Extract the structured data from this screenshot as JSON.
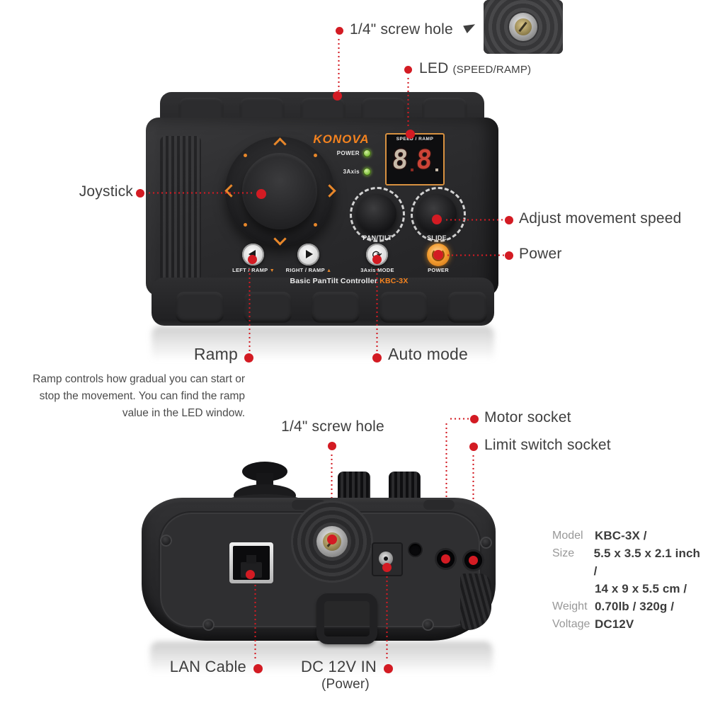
{
  "colors": {
    "callout_red": "#d31b23",
    "accent_orange": "#f5831f",
    "led_green": "#7fbf3a",
    "label_text": "#3f3f3f"
  },
  "callouts": {
    "screw_front": "1/4\" screw hole",
    "led": "LED",
    "led_sub": "(SPEED/RAMP)",
    "joystick": "Joystick",
    "adjust": "Adjust movement speed",
    "power": "Power",
    "ramp": "Ramp",
    "auto_mode": "Auto mode",
    "screw_back": "1/4\" screw hole",
    "motor": "Motor socket",
    "limit": "Limit switch socket",
    "lan": "LAN Cable",
    "dc": "DC 12V IN",
    "dc_sub": "(Power)"
  },
  "note": {
    "line1": "Ramp controls how gradual you can start or",
    "line2": "stop the movement. You can find the ramp",
    "line3": "value in the LED window."
  },
  "front": {
    "brand": "KONOVA",
    "power_led": "POWER",
    "axis_led": "3Axis",
    "display_title": "SPEED / RAMP",
    "digit1": "8",
    "digit2": "8",
    "knob_pan": "PAN/TILT",
    "knob_slide": "SLIDE",
    "btn_left": "LEFT / RAMP",
    "btn_left_sym": "▼",
    "btn_right": "RIGHT / RAMP",
    "btn_right_sym": "▲",
    "btn_mode": "3Axis MODE",
    "btn_power": "POWER",
    "footer_text": "Basic PanTilt Controller",
    "footer_model": "KBC-3X"
  },
  "specs": {
    "model_label": "Model",
    "model_value": "KBC-3X /",
    "size_label": "Size",
    "size_value1": "5.5 x 3.5 x 2.1 inch /",
    "size_value2": "14 x 9 x 5.5 cm /",
    "weight_label": "Weight",
    "weight_value": "0.70lb / 320g /",
    "voltage_label": "Voltage",
    "voltage_value": "DC12V"
  }
}
